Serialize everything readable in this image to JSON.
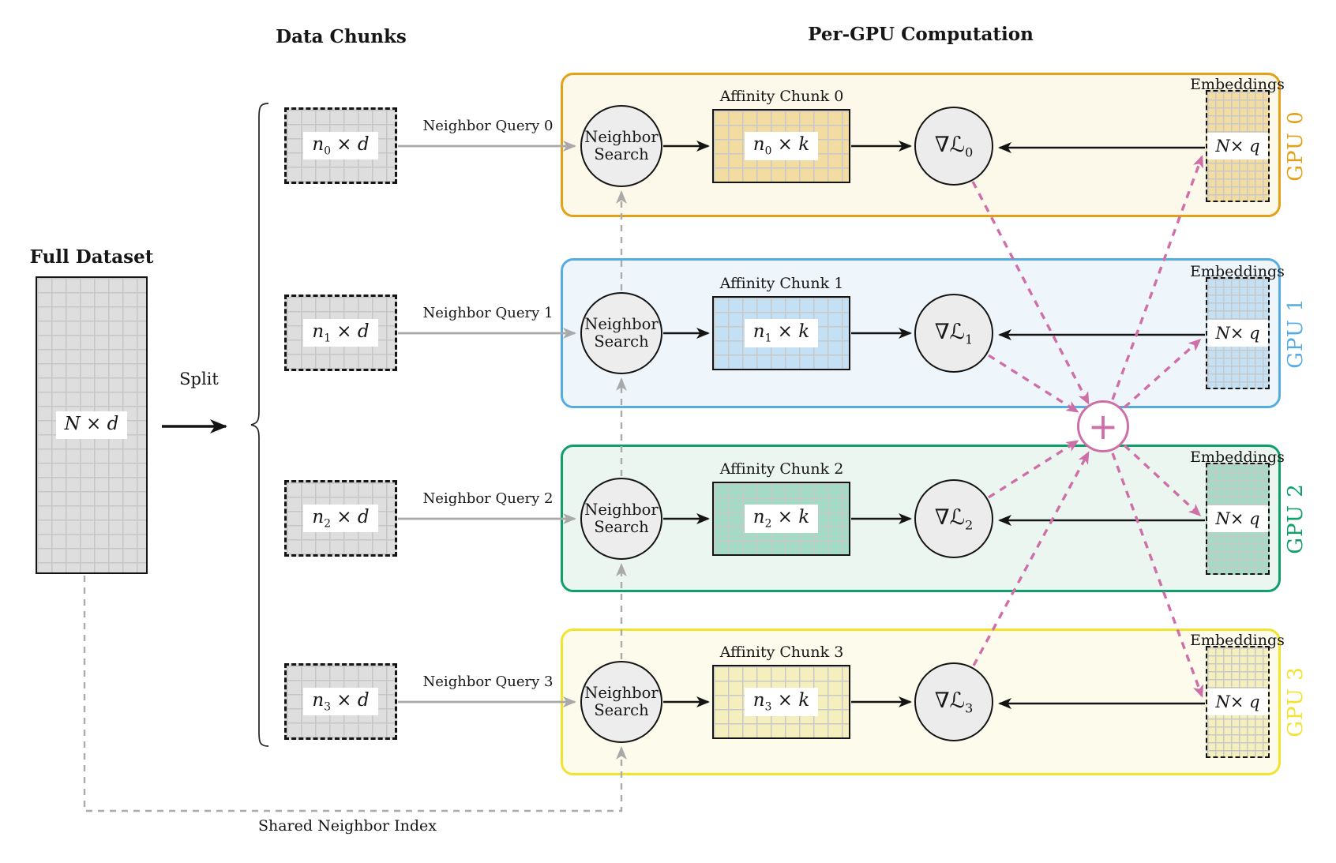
{
  "titles": {
    "data_chunks": "Data Chunks",
    "per_gpu": "Per-GPU Computation"
  },
  "full_dataset": {
    "title": "Full Dataset",
    "label": {
      "base": "N",
      "rest": " × d"
    }
  },
  "split": {
    "label": "Split"
  },
  "data_chunks": [
    {
      "label": {
        "base": "n",
        "sub": "0",
        "rest": " × d"
      },
      "query": "Neighbor Query 0"
    },
    {
      "label": {
        "base": "n",
        "sub": "1",
        "rest": " × d"
      },
      "query": "Neighbor Query 1"
    },
    {
      "label": {
        "base": "n",
        "sub": "2",
        "rest": " × d"
      },
      "query": "Neighbor Query 2"
    },
    {
      "label": {
        "base": "n",
        "sub": "3",
        "rest": " × d"
      },
      "query": "Neighbor Query 3"
    }
  ],
  "gpus": [
    {
      "name": "GPU 0",
      "colors": {
        "border": "#E2A117",
        "bg": "#FCF8EA",
        "fill": "#F3DCA2"
      },
      "neighbor_search": {
        "line1": "Neighbor",
        "line2": "Search"
      },
      "affinity": {
        "title": "Affinity Chunk 0",
        "label": {
          "base": "n",
          "sub": "0",
          "rest": " × k"
        }
      },
      "gradient": {
        "label": {
          "base": "∇ℒ",
          "sub": "0"
        }
      },
      "embeddings": {
        "title": "Embeddings",
        "label": {
          "base": "N",
          "rest": " × q"
        }
      }
    },
    {
      "name": "GPU 1",
      "colors": {
        "border": "#55ACE1",
        "bg": "#EFF6FB",
        "fill": "#C4E0F4"
      },
      "neighbor_search": {
        "line1": "Neighbor",
        "line2": "Search"
      },
      "affinity": {
        "title": "Affinity Chunk 1",
        "label": {
          "base": "n",
          "sub": "1",
          "rest": " × k"
        }
      },
      "gradient": {
        "label": {
          "base": "∇ℒ",
          "sub": "1"
        }
      },
      "embeddings": {
        "title": "Embeddings",
        "label": {
          "base": "N",
          "rest": " × q"
        }
      }
    },
    {
      "name": "GPU 2",
      "colors": {
        "border": "#0FA06A",
        "bg": "#ECF6F1",
        "fill": "#A5DBC6"
      },
      "neighbor_search": {
        "line1": "Neighbor",
        "line2": "Search"
      },
      "affinity": {
        "title": "Affinity Chunk 2",
        "label": {
          "base": "n",
          "sub": "2",
          "rest": " × k"
        }
      },
      "gradient": {
        "label": {
          "base": "∇ℒ",
          "sub": "2"
        }
      },
      "embeddings": {
        "title": "Embeddings",
        "label": {
          "base": "N",
          "rest": " × q"
        }
      }
    },
    {
      "name": "GPU 3",
      "colors": {
        "border": "#F2E32C",
        "bg": "#FCFBEC",
        "fill": "#F4EFBD"
      },
      "neighbor_search": {
        "line1": "Neighbor",
        "line2": "Search"
      },
      "affinity": {
        "title": "Affinity Chunk 3",
        "label": {
          "base": "n",
          "sub": "3",
          "rest": " × k"
        }
      },
      "gradient": {
        "label": {
          "base": "∇ℒ",
          "sub": "3"
        }
      },
      "embeddings": {
        "title": "Embeddings",
        "label": {
          "base": "N",
          "rest": " × q"
        }
      }
    }
  ],
  "sum_node": {
    "symbol": "+",
    "color": "#CE6FA8"
  },
  "shared_index": {
    "label": "Shared Neighbor Index"
  },
  "palette": {
    "pink_allreduce": "#CE6FA8",
    "gray_arrow": "#A9A9A9",
    "chunk_fill": "#DEDEDE",
    "black": "#141414"
  }
}
